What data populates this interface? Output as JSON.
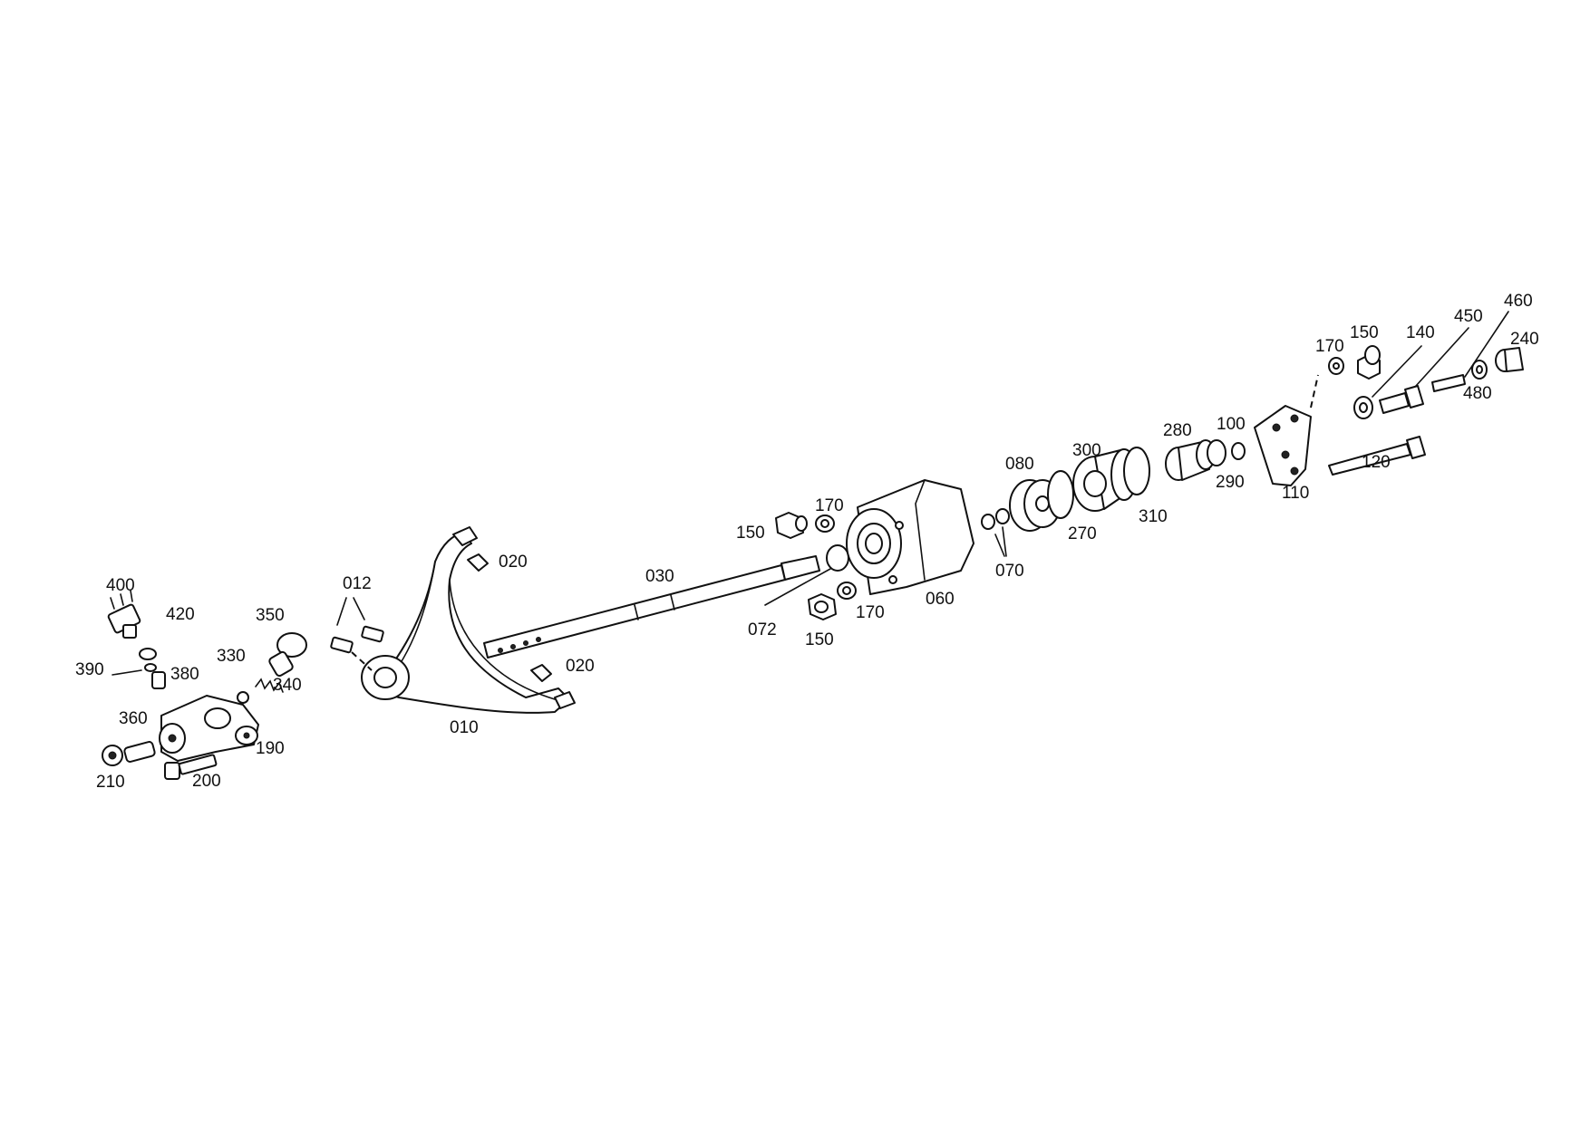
{
  "diagram": {
    "labels": {
      "p400": "400",
      "p420": "420",
      "p390": "390",
      "p380": "380",
      "p350": "350",
      "p330": "330",
      "p340": "340",
      "p360": "360",
      "p190": "190",
      "p210": "210",
      "p200": "200",
      "p012": "012",
      "p010": "010",
      "p020a": "020",
      "p020b": "020",
      "p030": "030",
      "p150a": "150",
      "p170a": "170",
      "p072": "072",
      "p170b": "170",
      "p150b": "150",
      "p060": "060",
      "p080": "080",
      "p070": "070",
      "p300": "300",
      "p270": "270",
      "p310": "310",
      "p280": "280",
      "p100": "100",
      "p290": "290",
      "p110": "110",
      "p170c": "170",
      "p150c": "150",
      "p140": "140",
      "p450": "450",
      "p460": "460",
      "p240": "240",
      "p480": "480",
      "p120": "120"
    }
  }
}
